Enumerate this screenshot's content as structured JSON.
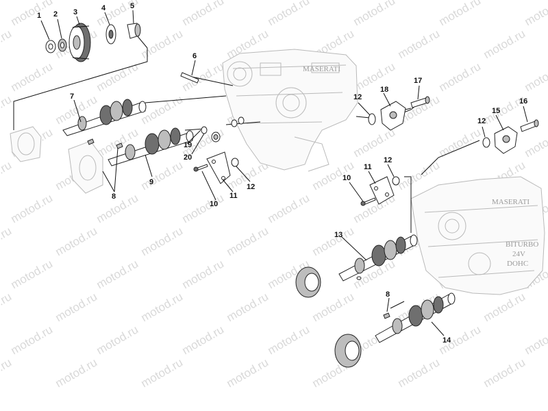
{
  "diagram": {
    "callouts": [
      "1",
      "2",
      "3",
      "4",
      "5",
      "6",
      "7",
      "8",
      "9",
      "10",
      "11",
      "12",
      "19",
      "20",
      "12",
      "18",
      "17",
      "12",
      "15",
      "16",
      "10",
      "11",
      "12",
      "13",
      "8",
      "14"
    ],
    "housing_top_text": "MASERATI",
    "housing_rear_text_1": "MASERATI",
    "housing_rear_text_2": "BITURBO",
    "housing_rear_text_3": "24V",
    "housing_rear_text_4": "DOHC"
  },
  "watermark": {
    "text": "motod.ru",
    "color": "#d9d9d9"
  }
}
